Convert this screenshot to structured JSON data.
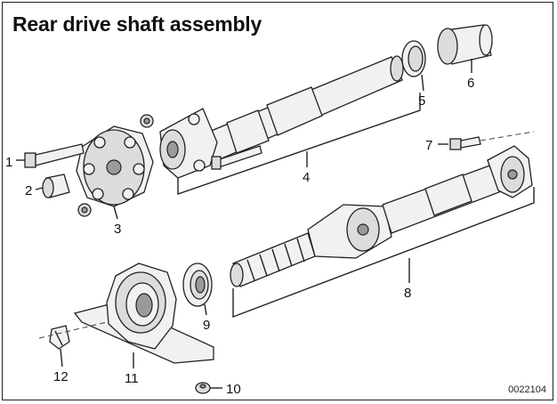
{
  "title": "Rear drive shaft assembly",
  "diagram_code": "0022104",
  "callouts": {
    "c1": "1",
    "c2": "2",
    "c3": "3",
    "c4": "4",
    "c5": "5",
    "c6": "6",
    "c7": "7",
    "c8": "8",
    "c9": "9",
    "c10": "10",
    "c11": "11",
    "c12": "12"
  }
}
